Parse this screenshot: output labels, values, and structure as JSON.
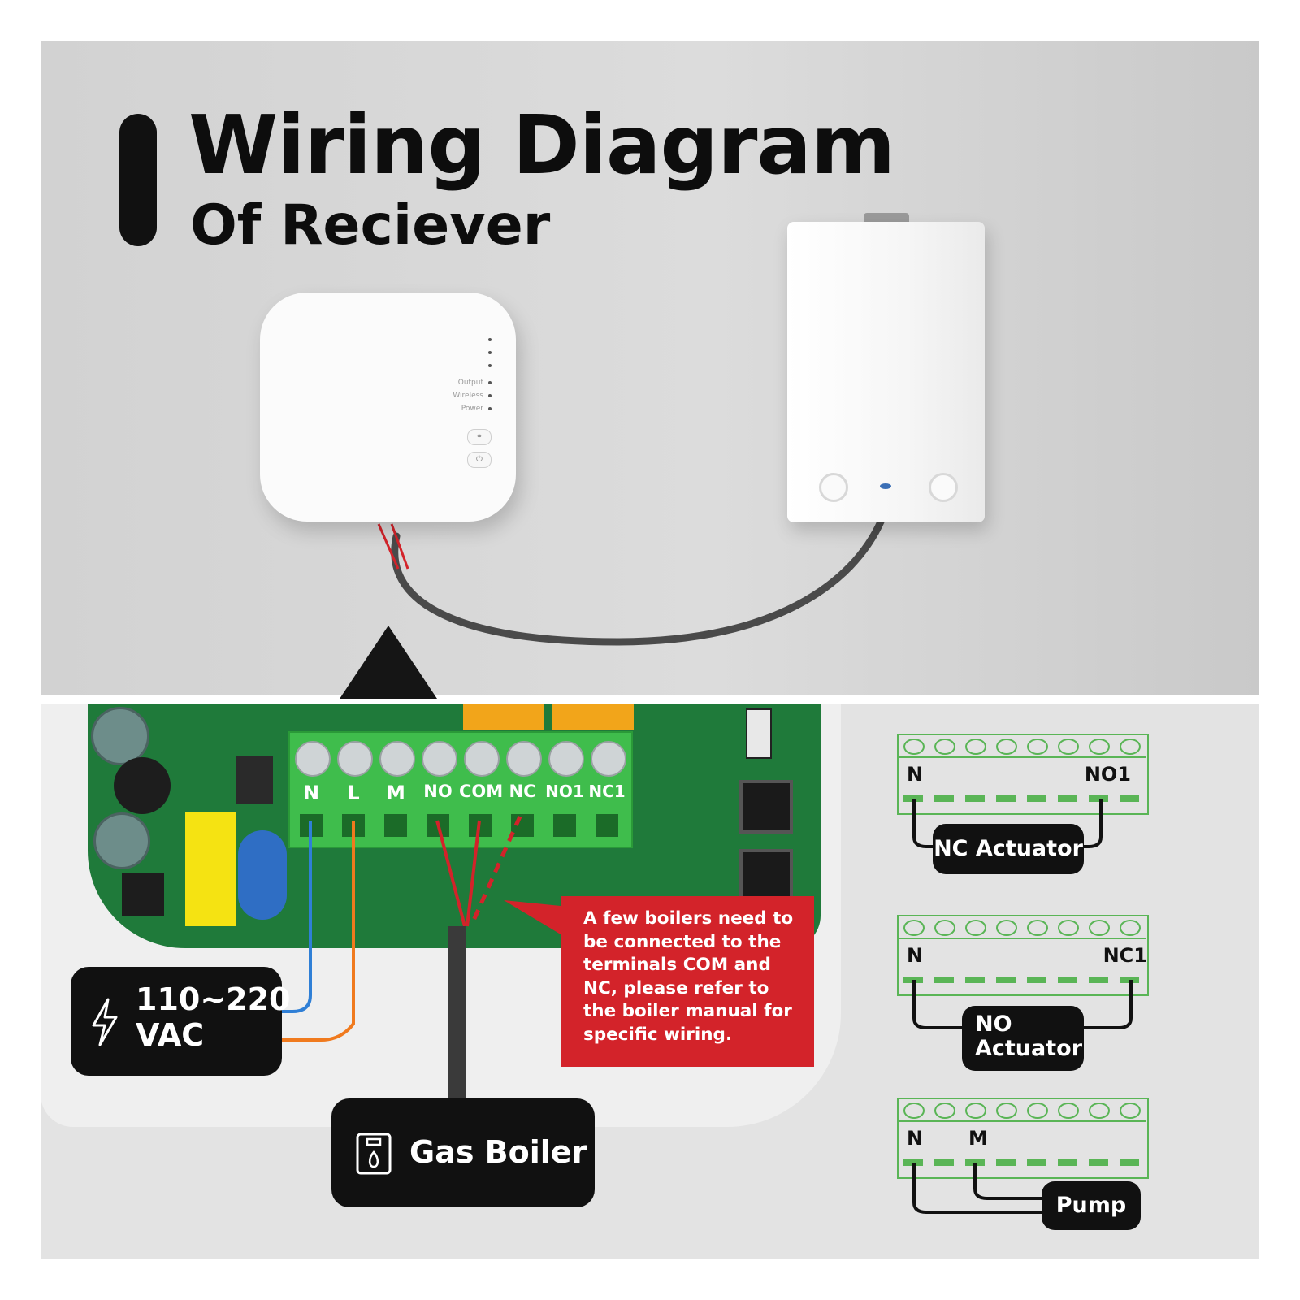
{
  "title": {
    "main": "Wiring Diagram",
    "sub": "Of Reciever"
  },
  "receiver": {
    "leds": [
      "",
      "",
      "",
      "Output",
      "Wireless",
      "Power"
    ],
    "buttons": [
      "link",
      "power"
    ]
  },
  "pcb": {
    "terminals": [
      "N",
      "L",
      "M",
      "NO",
      "COM",
      "NC",
      "NO1",
      "NC1"
    ]
  },
  "labels": {
    "voltage_line1": "110~220",
    "voltage_line2": "VAC",
    "gas_boiler": "Gas Boiler",
    "note": "A few boilers need to be connected to the terminals COM and NC, please refer to the boiler manual for specific wiring."
  },
  "mini_diagrams": [
    {
      "left_label": "N",
      "right_label": "NO1",
      "badge": "NC Actuator"
    },
    {
      "left_label": "N",
      "right_label": "NC1",
      "badge_line1": "NO",
      "badge_line2": "Actuator"
    },
    {
      "left_label": "N",
      "right_label": "M",
      "badge": "Pump"
    }
  ],
  "colors": {
    "wire_blue": "#2f7fd6",
    "wire_orange": "#f07a1e",
    "wire_red": "#d3232a",
    "cable_grey": "#4a4a4a",
    "terminal_green": "#3fbd4c",
    "note_red": "#d3232a"
  }
}
